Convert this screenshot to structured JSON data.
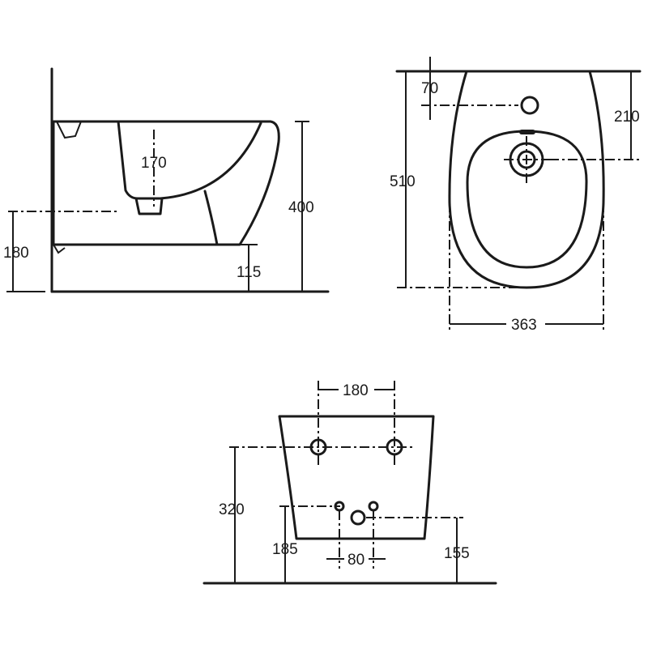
{
  "side_view": {
    "dim_170": "170",
    "dim_180": "180",
    "dim_400": "400",
    "dim_115": "115"
  },
  "top_view": {
    "dim_70": "70",
    "dim_210": "210",
    "dim_510": "510",
    "dim_363": "363"
  },
  "rear_view": {
    "dim_180": "180",
    "dim_320": "320",
    "dim_185": "185",
    "dim_80": "80",
    "dim_155": "155"
  }
}
